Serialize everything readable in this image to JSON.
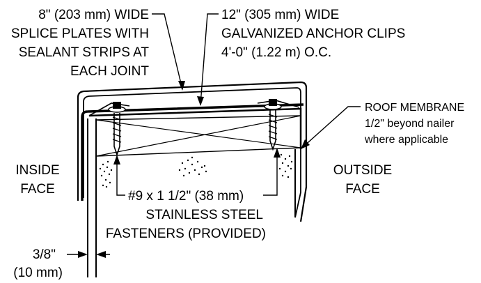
{
  "labels": {
    "splice": [
      "8\" (203 mm) WIDE",
      "SPLICE PLATES WITH",
      "SEALANT STRIPS AT",
      "EACH JOINT"
    ],
    "anchor": [
      "12\" (305 mm) WIDE",
      "GALVANIZED ANCHOR CLIPS",
      "4'-0\" (1.22 m) O.C."
    ],
    "membrane": [
      "ROOF MEMBRANE",
      "1/2\" beyond nailer",
      "where applicable"
    ],
    "inside": [
      "INSIDE",
      "FACE"
    ],
    "outside": [
      "OUTSIDE",
      "FACE"
    ],
    "fasteners": [
      "#9 x 1 1/2\" (38 mm)",
      "STAINLESS STEEL",
      "FASTENERS (PROVIDED)"
    ],
    "dimension": [
      "3/8\"",
      "(10 mm)"
    ]
  }
}
